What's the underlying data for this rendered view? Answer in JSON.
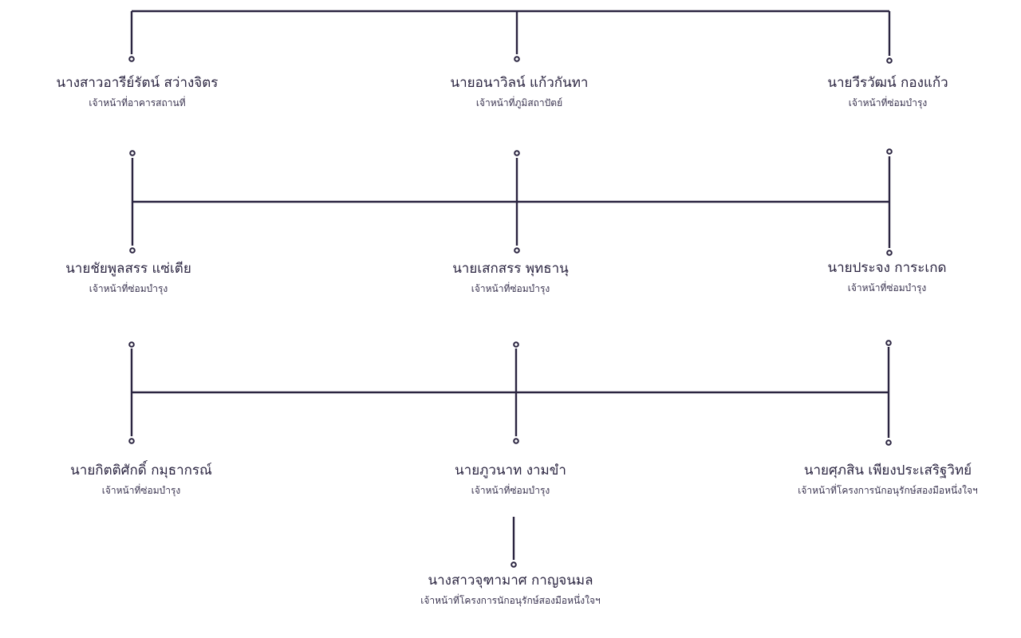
{
  "colors": {
    "line": "#2a2440",
    "text": "#2a2440"
  },
  "people": {
    "p1": {
      "name": "นางสาวอารีย์รัตน์ สว่างจิตร",
      "role": "เจ้าหน้าที่อาคารสถานที่"
    },
    "p2": {
      "name": "นายอนาวิลน์ แก้วกันทา",
      "role": "เจ้าหน้าที่ภูมิสถาปัตย์"
    },
    "p3": {
      "name": "นายวีรวัฒน์ กองแก้ว",
      "role": "เจ้าหน้าที่ซ่อมบำรุง"
    },
    "p4": {
      "name": "นายชัยพูลสรร แซ่เตีย",
      "role": "เจ้าหน้าที่ซ่อมบำรุง"
    },
    "p5": {
      "name": "นายเสกสรร พุทธานุ",
      "role": "เจ้าหน้าที่ซ่อมบำรุง"
    },
    "p6": {
      "name": "นายประจง การะเกด",
      "role": "เจ้าหน้าที่ซ่อมบำรุง"
    },
    "p7": {
      "name": "นายกิตติศักดิ์ กมุธากรณ์",
      "role": "เจ้าหน้าที่ซ่อมบำรุง"
    },
    "p8": {
      "name": "นายภูวนาท งามขำ",
      "role": "เจ้าหน้าที่ซ่อมบำรุง"
    },
    "p9": {
      "name": "นายศุภสิน เพียงประเสริฐวิทย์",
      "role": "เจ้าหน้าที่โครงการนักอนุรักษ์สองมือหนึ่งใจฯ"
    },
    "p10": {
      "name": "นางสาวจุฑามาศ กาญจนมล",
      "role": "เจ้าหน้าที่โครงการนักอนุรักษ์สองมือหนึ่งใจฯ"
    }
  }
}
